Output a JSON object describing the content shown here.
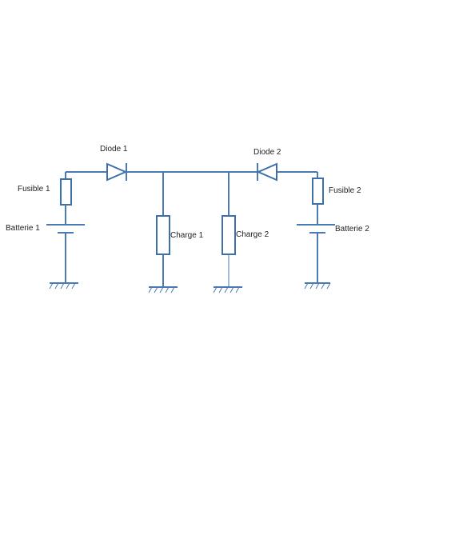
{
  "diagram": {
    "labels": {
      "diode_1": "Diode 1",
      "diode_2": "Diode 2",
      "fuse_1": "Fusible 1",
      "fuse_2": "Fusible 2",
      "battery_1": "Batterie 1",
      "battery_2": "Batterie 2",
      "load_1": "Charge 1",
      "load_2": "Charge 2"
    },
    "colors": {
      "wire": "#4a7ab5",
      "text": "#222222",
      "background": "#ffffff"
    }
  }
}
